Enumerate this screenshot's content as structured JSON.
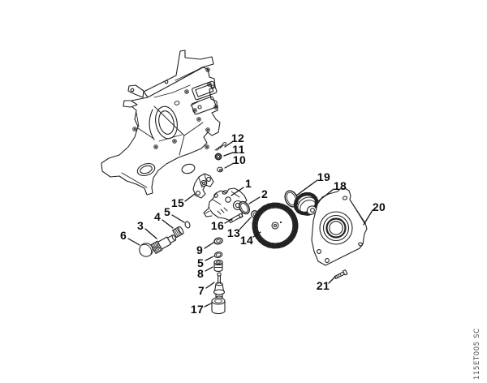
{
  "figure": {
    "background": "#ffffff",
    "ink": "#222222",
    "label_color": "#0d0d0d",
    "plate_code": "115ET005 SC"
  },
  "callouts": [
    {
      "label": "12"
    },
    {
      "label": "11"
    },
    {
      "label": "10"
    },
    {
      "label": "1"
    },
    {
      "label": "2"
    },
    {
      "label": "15"
    },
    {
      "label": "16"
    },
    {
      "label": "13"
    },
    {
      "label": "14"
    },
    {
      "label": "19"
    },
    {
      "label": "18"
    },
    {
      "label": "20"
    },
    {
      "label": "21"
    },
    {
      "label": "3"
    },
    {
      "label": "4"
    },
    {
      "label": "5"
    },
    {
      "label": "6"
    },
    {
      "label": "9"
    },
    {
      "label": "5"
    },
    {
      "label": "8"
    },
    {
      "label": "7"
    },
    {
      "label": "17"
    }
  ]
}
